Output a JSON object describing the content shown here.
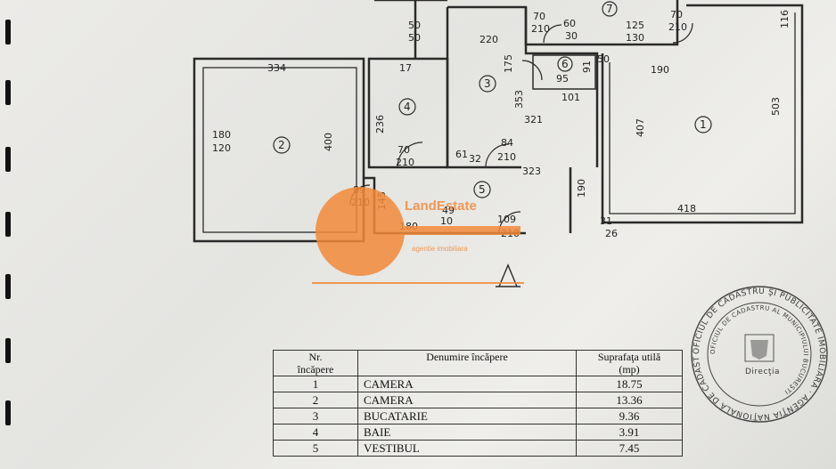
{
  "plan": {
    "dimensions": [
      "334",
      "400",
      "180",
      "120",
      "17",
      "236",
      "70",
      "210",
      "220",
      "175",
      "353",
      "321",
      "84",
      "210",
      "61",
      "32",
      "323",
      "89",
      "210",
      "145",
      "180",
      "49",
      "10",
      "109",
      "210",
      "190",
      "418",
      "31",
      "26",
      "407",
      "503",
      "116",
      "190",
      "101",
      "95",
      "91",
      "50",
      "70",
      "210",
      "60",
      "30",
      "125",
      "130",
      "70",
      "210",
      "50",
      "50"
    ],
    "room_numbers": [
      "1",
      "2",
      "3",
      "4",
      "5",
      "6",
      "7"
    ]
  },
  "watermark": {
    "brand": "LandEstate",
    "tagline": "agentie imobiliara"
  },
  "table": {
    "headers": {
      "nr": "Nr.\nîncăpere",
      "name": "Denumire încăpere",
      "area": "Suprafaţa utilă\n(mp)"
    },
    "rows": [
      {
        "nr": "1",
        "name": "CAMERA",
        "area": "18.75"
      },
      {
        "nr": "2",
        "name": "CAMERA",
        "area": "13.36"
      },
      {
        "nr": "3",
        "name": "BUCATARIE",
        "area": "9.36"
      },
      {
        "nr": "4",
        "name": "BAIE",
        "area": "3.91"
      },
      {
        "nr": "5",
        "name": "VESTIBUL",
        "area": "7.45"
      }
    ]
  },
  "stamp": {
    "outer_text": "OFICIUL DE CADASTRU ŞI PUBLICITATE IMOBILIARĂ · AGENŢIA NAŢIONALĂ DE CADASTRU ŞI PUBLICITATE IMOBILIARĂ",
    "inner_text": "OFICIUL DE CADASTRU AL MUNICIPIULUI BUCUREŞTI",
    "center_text": "Direcţia"
  }
}
